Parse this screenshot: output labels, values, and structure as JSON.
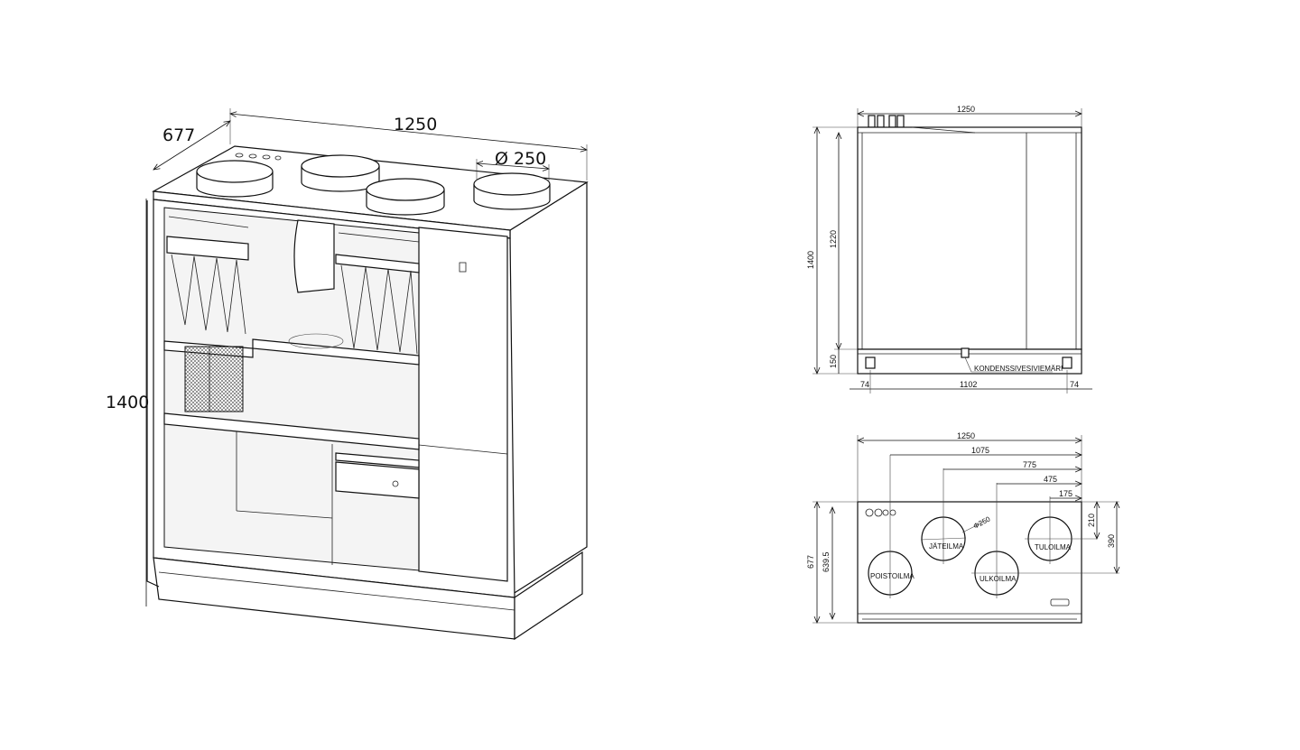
{
  "iso_view": {
    "width_label": "1250",
    "depth_label": "677",
    "height_label": "1400",
    "duct_label": "Ø 250"
  },
  "side_view": {
    "width_label": "1250",
    "height_label": "1400",
    "body_height_label": "1220",
    "base_height_label": "150",
    "left_leg_label": "74",
    "span_label": "1102",
    "right_leg_label": "74",
    "drain_label": "KONDENSSIVESIVIEMÄRI"
  },
  "top_view": {
    "width_label": "1250",
    "dim_1075": "1075",
    "dim_775": "775",
    "dim_475": "475",
    "dim_175": "175",
    "depth_label": "677",
    "depth_inner_label": "639.5",
    "dim_210": "210",
    "dim_390": "390",
    "duct_label": "Φ250",
    "ducts": {
      "poistoilma": "POISTOILMA",
      "jateilma": "JÄTEILMA",
      "ulkoilma": "ULKOILMA",
      "tuloilma": "TULOILMA"
    }
  }
}
